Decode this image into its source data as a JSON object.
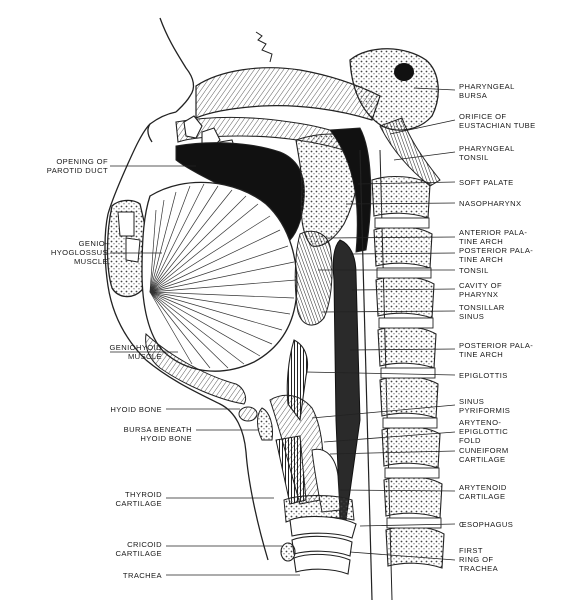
{
  "figure": {
    "left_labels": [
      {
        "id": "parotid-duct",
        "text": "OPENING OF\nPAROTID DUCT"
      },
      {
        "id": "genio-hyoglossus",
        "text": "GENIO-\nHYOGLOSSUS\nMUSCLE"
      },
      {
        "id": "geniohyoid",
        "text": "GENIOHYOID\nMUSCLE"
      },
      {
        "id": "hyoid-bone",
        "text": "HYOID BONE"
      },
      {
        "id": "bursa-hyoid",
        "text": "BURSA BENEATH\nHYOID BONE"
      },
      {
        "id": "thyroid-cartilage",
        "text": "THYROID\nCARTILAGE"
      },
      {
        "id": "cricoid-cartilage",
        "text": "CRICOID\nCARTILAGE"
      },
      {
        "id": "trachea",
        "text": "TRACHEA"
      }
    ],
    "right_labels": [
      {
        "id": "pharyngeal-bursa",
        "text": "PHARYNGEAL\nBURSA"
      },
      {
        "id": "eustachian-orifice",
        "text": "ORIFICE OF\nEUSTACHIAN TUBE"
      },
      {
        "id": "pharyngeal-tonsil",
        "text": "PHARYNGEAL\nTONSIL"
      },
      {
        "id": "soft-palate",
        "text": "SOFT PALATE"
      },
      {
        "id": "nasopharynx",
        "text": "NASOPHARYNX"
      },
      {
        "id": "anterior-palatine-arch",
        "text": "ANTERIOR PALA-\nTINE ARCH"
      },
      {
        "id": "posterior-palatine-arch-upper",
        "text": "POSTERIOR PALA-\nTINE ARCH"
      },
      {
        "id": "tonsil",
        "text": "TONSIL"
      },
      {
        "id": "cavity-pharynx",
        "text": "CAVITY OF\nPHARYNX"
      },
      {
        "id": "tonsillar-sinus",
        "text": "TONSILLAR\nSINUS"
      },
      {
        "id": "posterior-palatine-arch-lower",
        "text": "POSTERIOR PALA-\nTINE ARCH"
      },
      {
        "id": "epiglottis",
        "text": "EPIGLOTTIS"
      },
      {
        "id": "sinus-pyriformis",
        "text": "SINUS\nPYRIFORMIS"
      },
      {
        "id": "aryteno-epiglottic-fold",
        "text": "ARYTENO-\nEPIGLOTTIC\nFOLD"
      },
      {
        "id": "cuneiform-cartilage",
        "text": "CUNEIFORM\nCARTILAGE"
      },
      {
        "id": "arytenoid-cartilage",
        "text": "ARYTENOID\nCARTILAGE"
      },
      {
        "id": "oesophagus",
        "text": "ŒSOPHAGUS"
      },
      {
        "id": "first-ring-trachea",
        "text": "FIRST\nRING OF\nTRACHEA"
      }
    ]
  }
}
